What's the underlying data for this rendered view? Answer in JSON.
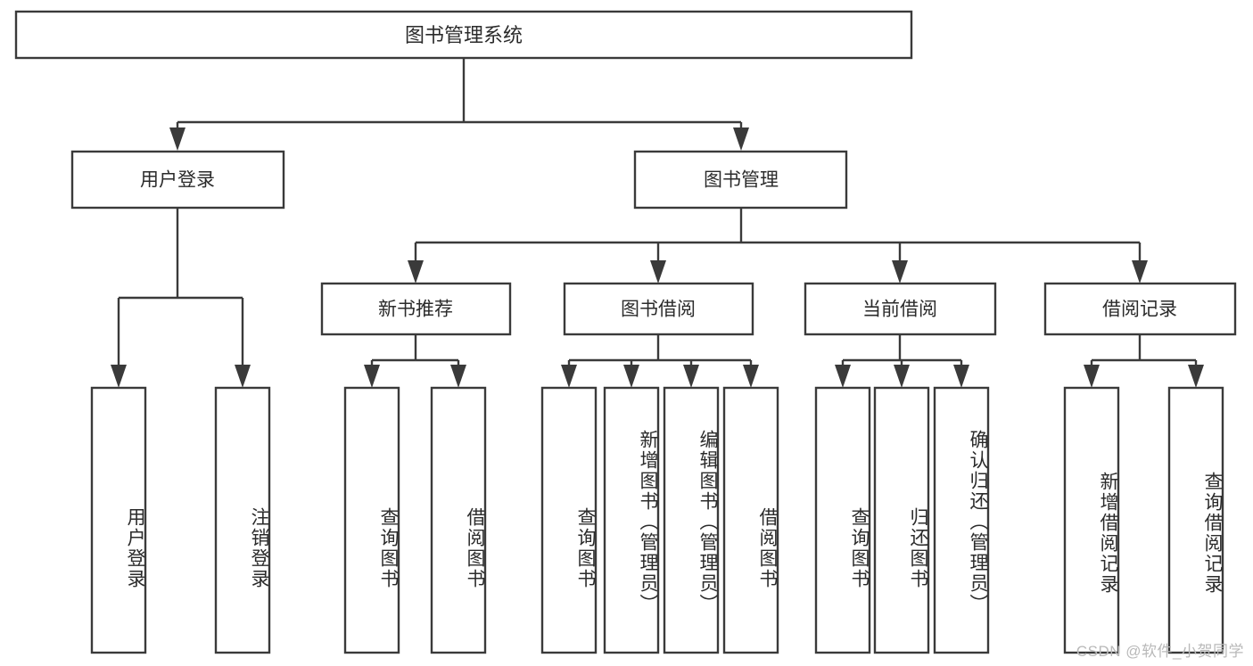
{
  "diagram": {
    "title": "图书管理系统",
    "type": "tree-hierarchy",
    "watermark": "CSDN @软件_小贺同学",
    "colors": {
      "box_stroke": "#3a3a3a",
      "box_fill": "#ffffff",
      "text": "#2b2b2b",
      "background": "#ffffff",
      "watermark": "#b9b9b9"
    },
    "root": {
      "label": "图书管理系统"
    },
    "level2": [
      {
        "id": "user-login",
        "label": "用户登录"
      },
      {
        "id": "book-manage",
        "label": "图书管理"
      }
    ],
    "level3": [
      {
        "id": "new-book-recommend",
        "label": "新书推荐"
      },
      {
        "id": "book-borrow",
        "label": "图书借阅"
      },
      {
        "id": "current-borrow",
        "label": "当前借阅"
      },
      {
        "id": "borrow-record",
        "label": "借阅记录"
      }
    ],
    "leaves": {
      "user_login": [
        {
          "id": "leaf-user-login",
          "label": "用户登录"
        },
        {
          "id": "leaf-logout-login",
          "label": "注销登录"
        }
      ],
      "new_book_recommend": [
        {
          "id": "leaf-query-book-1",
          "label": "查询图书"
        },
        {
          "id": "leaf-borrow-book-1",
          "label": "借阅图书"
        }
      ],
      "book_borrow": [
        {
          "id": "leaf-query-book-2",
          "label": "查询图书"
        },
        {
          "id": "leaf-add-book",
          "label": "新增图书（管理员）"
        },
        {
          "id": "leaf-edit-book",
          "label": "编辑图书（管理员）"
        },
        {
          "id": "leaf-borrow-book-2",
          "label": "借阅图书"
        }
      ],
      "current_borrow": [
        {
          "id": "leaf-query-book-3",
          "label": "查询图书"
        },
        {
          "id": "leaf-return-book",
          "label": "归还图书"
        },
        {
          "id": "leaf-confirm-return",
          "label": "确认归还（管理员）"
        }
      ],
      "borrow_record": [
        {
          "id": "leaf-add-record",
          "label": "新增借阅记录"
        },
        {
          "id": "leaf-query-record",
          "label": "查询借阅记录"
        }
      ]
    }
  }
}
